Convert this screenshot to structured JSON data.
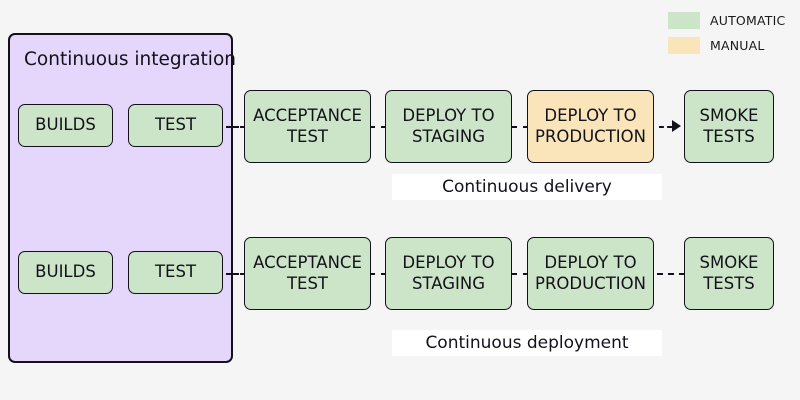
{
  "legend": {
    "items": [
      {
        "label": "AUTOMATIC",
        "color": "#cce5c8",
        "kind": "automatic"
      },
      {
        "label": "MANUAL",
        "color": "#fae5bb",
        "kind": "manual"
      }
    ]
  },
  "ci_panel": {
    "title": "Continuous integration",
    "background": "#e4d7fb",
    "border_color": "#14111c",
    "stages": {
      "row1": [
        {
          "label": "BUILDS",
          "kind": "automatic"
        },
        {
          "label": "TEST",
          "kind": "automatic"
        }
      ],
      "row2": [
        {
          "label": "BUILDS",
          "kind": "automatic"
        },
        {
          "label": "TEST",
          "kind": "automatic"
        }
      ]
    }
  },
  "pipelines": [
    {
      "name": "Continuous delivery",
      "label": "Continuous delivery",
      "stages": [
        {
          "line1": "ACCEPTANCE",
          "line2": "TEST",
          "kind": "automatic"
        },
        {
          "line1": "DEPLOY TO",
          "line2": "STAGING",
          "kind": "automatic"
        },
        {
          "line1": "DEPLOY TO",
          "line2": "PRODUCTION",
          "kind": "manual"
        },
        {
          "line1": "SMOKE",
          "line2": "TESTS",
          "kind": "automatic"
        }
      ],
      "final_connector": "dashed-arrow"
    },
    {
      "name": "Continuous deployment",
      "label": "Continuous deployment",
      "stages": [
        {
          "line1": "ACCEPTANCE",
          "line2": "TEST",
          "kind": "automatic"
        },
        {
          "line1": "DEPLOY TO",
          "line2": "STAGING",
          "kind": "automatic"
        },
        {
          "line1": "DEPLOY TO",
          "line2": "PRODUCTION",
          "kind": "automatic"
        },
        {
          "line1": "SMOKE",
          "line2": "TESTS",
          "kind": "automatic"
        }
      ],
      "final_connector": "dashed"
    }
  ],
  "colors": {
    "canvas_background": "#f5f5f5",
    "automatic": "#cce5c8",
    "manual": "#fae5bb",
    "ci_panel": "#e4d7fb",
    "stroke": "#14111c",
    "label_background": "#ffffff"
  }
}
